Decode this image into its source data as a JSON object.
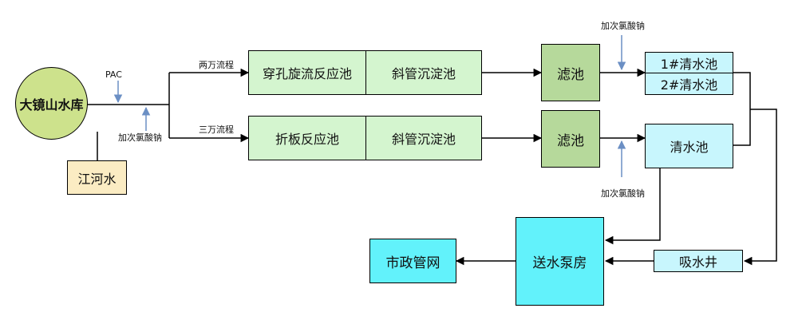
{
  "nodes": {
    "reservoir": "大镜山水库",
    "river": "江河水",
    "orifice_reactor": "穿孔旋流反应池",
    "settling_1": "斜管沉淀池",
    "baffle_reactor": "折板反应池",
    "settling_2": "斜管沉淀池",
    "filter_1": "滤池",
    "filter_2": "滤池",
    "clear_well_1": "1#清水池",
    "clear_well_2": "2#清水池",
    "clear_well": "清水池",
    "suction_well": "吸水井",
    "pump_house": "送水泵房",
    "municipal_network": "市政管网"
  },
  "labels": {
    "pac": "PAC",
    "chlorite_inlet": "加次氯酸钠",
    "chlorite_top": "加次氯酸钠",
    "chlorite_bottom": "加次氯酸钠",
    "line_20k": "两万流程",
    "line_30k": "三万流程"
  }
}
